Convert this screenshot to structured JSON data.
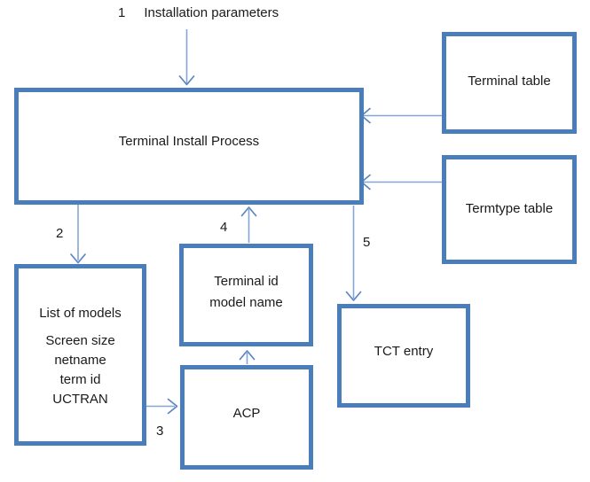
{
  "colors": {
    "background": "#ffffff",
    "box_border": "#4a7ebb",
    "arrow_line": "#85a6d4",
    "arrow_head": "#5b86c2",
    "text": "#1a1a1a"
  },
  "annotation": {
    "step": "1",
    "label": "Installation parameters"
  },
  "steps": {
    "s2": "2",
    "s3": "3",
    "s4": "4",
    "s5": "5"
  },
  "boxes": {
    "terminal_install_process": {
      "label": "Terminal Install Process"
    },
    "terminal_table": {
      "label": "Terminal table"
    },
    "termtype_table": {
      "label": "Termtype table"
    },
    "list_of_models": {
      "title": "List of models",
      "lines": [
        "Screen size",
        "netname",
        "term id",
        "UCTRAN"
      ]
    },
    "terminal_id_model": {
      "line1": "Terminal id",
      "line2": "model name"
    },
    "acp": {
      "label": "ACP"
    },
    "tct_entry": {
      "label": "TCT entry"
    }
  },
  "edges": [
    {
      "step": "1",
      "from": "Installation parameters",
      "to": "Terminal Install Process"
    },
    {
      "step": "2",
      "from": "Terminal Install Process",
      "to": "List of models"
    },
    {
      "step": "3",
      "from": "List of models",
      "to": "ACP"
    },
    {
      "step": "",
      "from": "ACP",
      "to": "Terminal id model name"
    },
    {
      "step": "4",
      "from": "Terminal id model name",
      "to": "Terminal Install Process"
    },
    {
      "step": "5",
      "from": "Terminal Install Process",
      "to": "TCT entry"
    },
    {
      "step": "",
      "from": "Terminal table",
      "to": "Terminal Install Process"
    },
    {
      "step": "",
      "from": "Termtype table",
      "to": "Terminal Install Process"
    }
  ]
}
